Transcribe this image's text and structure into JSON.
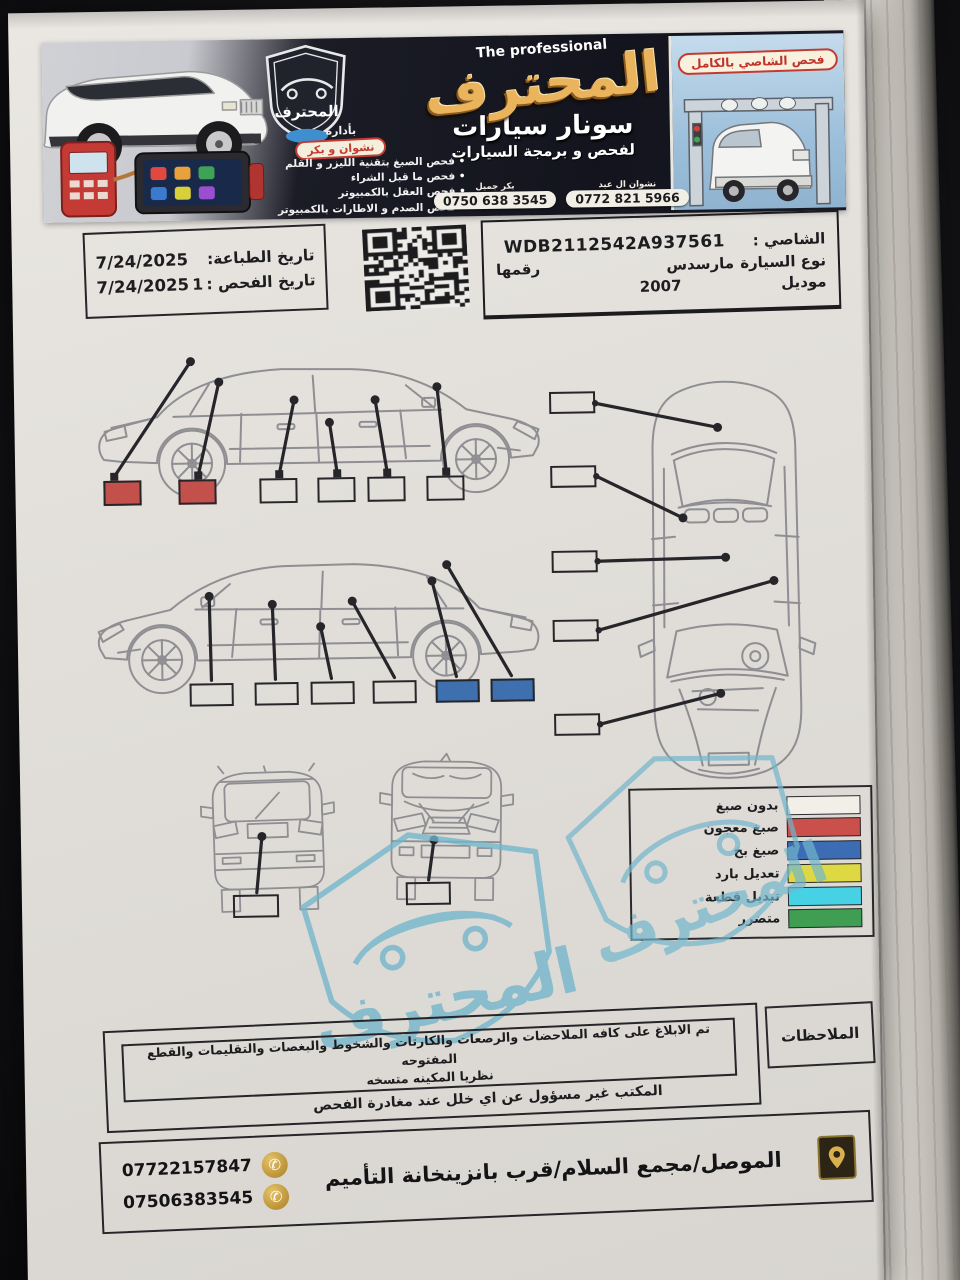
{
  "header": {
    "the_professional": "The professional",
    "brand": "المحترف",
    "subtitle": "سونار سيارات",
    "tagline": "لفحص و برمجة السيارات",
    "chassis_badge": "فحص الشاصي بالكامل",
    "managed_by": "بأدارة",
    "managers": "نشوان و بكر",
    "logo_text": "المحترف",
    "services": [
      "فحص الصبغ بتقنية الليزر و القلم",
      "فحص ما قبل الشراء",
      "فحص العقل بالكمبيوتر",
      "فحص الصدم و الاطارات بالكمبيوتر"
    ],
    "phone1_name": "بكر جميل",
    "phone1_number": "0750 638 3545",
    "phone2_name": "نشوان ال عبد",
    "phone2_number": "0772 821 5966"
  },
  "info": {
    "print_date_label": "تاريخ الطباعة:",
    "print_date": "7/24/2025",
    "inspection_date_label": "تاريخ الفحص :",
    "inspection_number": "1",
    "inspection_date": "7/24/2025",
    "chassis_label": "الشاصي :",
    "chassis_number": "WDB2112542A937561",
    "vehicle_type_label": "نوع السيارة",
    "vehicle_type": "مارسدس",
    "plate_label": "رقمها",
    "model_label": "موديل",
    "model_year": "2007"
  },
  "diagram": {
    "side1_boxes": [
      {
        "mark": "صبغ معجون",
        "color": "#c4504c"
      },
      {
        "mark": "صبغ معجون",
        "color": "#c4504c"
      },
      {
        "mark": "بدون صبغ",
        "color": ""
      },
      {
        "mark": "بدون صبغ",
        "color": ""
      },
      {
        "mark": "بدون صبغ",
        "color": ""
      },
      {
        "mark": "بدون صبغ",
        "color": ""
      }
    ],
    "top_boxes": [
      {
        "mark": "بدون صبغ",
        "color": ""
      },
      {
        "mark": "بدون صبغ",
        "color": ""
      },
      {
        "mark": "بدون صبغ",
        "color": ""
      },
      {
        "mark": "بدون صبغ",
        "color": ""
      },
      {
        "mark": "بدون صبغ",
        "color": ""
      }
    ],
    "side2_boxes": [
      {
        "mark": "بدون صبغ",
        "color": ""
      },
      {
        "mark": "بدون صبغ",
        "color": ""
      },
      {
        "mark": "بدون صبغ",
        "color": ""
      },
      {
        "mark": "بدون صبغ",
        "color": ""
      },
      {
        "mark": "صبغ بخ",
        "color": "#3e6fae"
      },
      {
        "mark": "صبغ بخ",
        "color": "#3e6fae"
      }
    ],
    "rear_box": {
      "mark": "بدون صبغ",
      "color": ""
    },
    "front_box": {
      "mark": "بدون صبغ",
      "color": ""
    }
  },
  "legend": {
    "items": [
      {
        "label": "بدون صبغ",
        "color": "#f2efe8"
      },
      {
        "label": "صبغ معجون",
        "color": "#cb4f4b"
      },
      {
        "label": "صبغ بخ",
        "color": "#3c6cb4"
      },
      {
        "label": "تعديل بارد",
        "color": "#ded943"
      },
      {
        "label": "تبديل قطعة",
        "color": "#46d2e4"
      },
      {
        "label": "متضرر",
        "color": "#3f9e52"
      }
    ]
  },
  "stamp": {
    "text": "المحترف"
  },
  "notes": {
    "label": "الملاحظات",
    "body_line1": "تم الابلاغ على كافه الملاحضات والرصعات والكارتات والشخوط والبغصات والتقليمات والقطع المفتوحه",
    "body_line2": "نظريا المكينه متسخه",
    "disclaimer": "المكتب غير مسؤول عن اي خلل عند مغادرة الفحص"
  },
  "footer": {
    "address": "الموصل/مجمع السلام/قرب بانزينخانة التأميم",
    "phone1": "07722157847",
    "phone2": "07506383545"
  }
}
